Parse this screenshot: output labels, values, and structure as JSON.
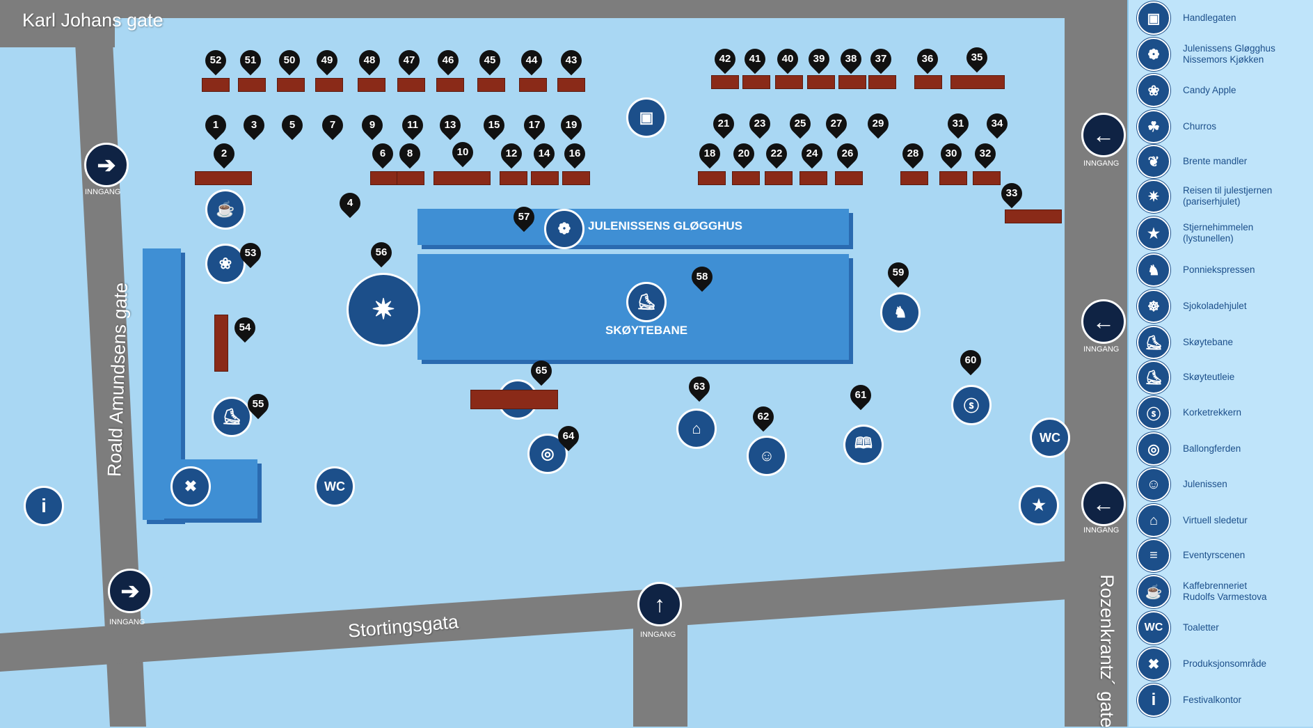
{
  "streets": {
    "karl_johans": "Karl Johans gate",
    "roald_amundsens": "Roald Amundsens gate",
    "stortingsgata": "Stortingsgata",
    "rozenkrantz": "Rozenkrantz´ gate"
  },
  "entrance_label": "INNGANG",
  "areas": {
    "glogghus_label": "JULENISSENS GLØGGHUS",
    "skoytebane_label": "SKØYTEBANE"
  },
  "pins_top_row": [
    "52",
    "51",
    "50",
    "49",
    "48",
    "47",
    "46",
    "45",
    "44",
    "43",
    "42",
    "41",
    "40",
    "39",
    "38",
    "37",
    "36",
    "35"
  ],
  "pins_row2": [
    "1",
    "3",
    "5",
    "7",
    "9",
    "11",
    "13",
    "15",
    "17",
    "19",
    "21",
    "23",
    "25",
    "27",
    "29",
    "31",
    "34"
  ],
  "pins_row3": [
    "2",
    "6",
    "8",
    "10",
    "12",
    "14",
    "16",
    "18",
    "20",
    "22",
    "24",
    "26",
    "28",
    "30",
    "32"
  ],
  "pins_other": [
    "4",
    "33",
    "53",
    "54",
    "55",
    "56",
    "57",
    "58",
    "59",
    "60",
    "61",
    "62",
    "63",
    "64",
    "65"
  ],
  "wc_text": "WC",
  "info_text": "i",
  "legend": [
    {
      "label": "Handlegaten",
      "icon": "shopping-bag-icon"
    },
    {
      "label": "Julenissens Gløgghus\nNissemors Kjøkken",
      "icon": "cutlery-drink-icon"
    },
    {
      "label": "Candy Apple",
      "icon": "candy-apple-icon"
    },
    {
      "label": "Churros",
      "icon": "churros-icon"
    },
    {
      "label": "Brente mandler",
      "icon": "almond-icon"
    },
    {
      "label": "Reisen til julestjernen\n(pariserhjulet)",
      "icon": "ferris-wheel-icon"
    },
    {
      "label": "Stjernehimmelen\n(lystunellen)",
      "icon": "star-icon"
    },
    {
      "label": "Ponniekspressen",
      "icon": "pony-icon"
    },
    {
      "label": "Sjokoladehjulet",
      "icon": "wheel-icon"
    },
    {
      "label": "Skøytebane",
      "icon": "skaters-icon"
    },
    {
      "label": "Skøyteutleie",
      "icon": "skate-icon"
    },
    {
      "label": "Korketrekkern",
      "icon": "corkscrew-icon"
    },
    {
      "label": "Ballongferden",
      "icon": "balloon-icon"
    },
    {
      "label": "Julenissen",
      "icon": "santa-icon"
    },
    {
      "label": "Virtuell sledetur",
      "icon": "sleigh-icon"
    },
    {
      "label": "Eventyrscenen",
      "icon": "book-icon"
    },
    {
      "label": "Kaffebrenneriet\nRudolfs Varmestova",
      "icon": "coffee-cup-icon"
    },
    {
      "label": "Toaletter",
      "icon": "wc-icon"
    },
    {
      "label": "Produksjonsområde",
      "icon": "tools-icon"
    },
    {
      "label": "Festivalkontor",
      "icon": "info-icon"
    }
  ]
}
